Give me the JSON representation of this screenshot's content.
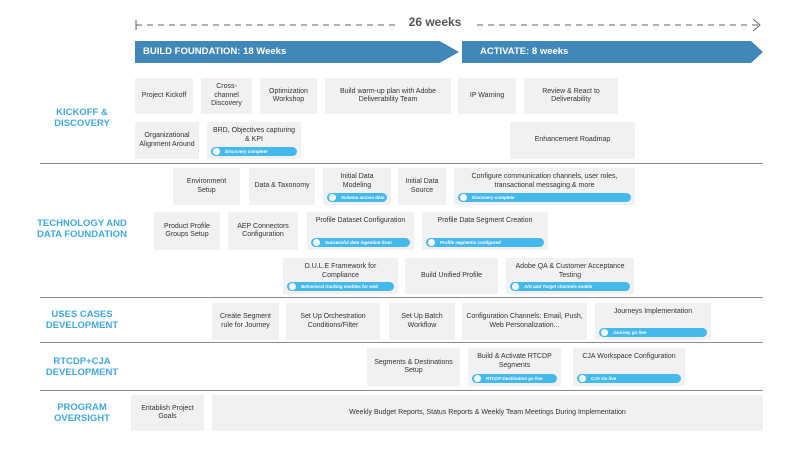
{
  "header": {
    "duration": "26 weeks",
    "phases": [
      {
        "label": "BUILD FOUNDATION: 18 Weeks"
      },
      {
        "label": "ACTIVATE: 8 weeks"
      }
    ],
    "phase_color": "#3f88b8"
  },
  "colors": {
    "section_label": "#3fa9e0",
    "pill": "#45b8ec",
    "task_bg": "#f1f1f1"
  },
  "sections": [
    {
      "label": "KICKOFF & DISCOVERY",
      "tasks": [
        {
          "text": "Project Kickoff"
        },
        {
          "text": "Cross-channel Discovery"
        },
        {
          "text": "Optimization Workshop"
        },
        {
          "text": "Build warm-up plan with Adobe Deliverability Team"
        },
        {
          "text": "IP Warning"
        },
        {
          "text": "Review & React to Deliverability"
        },
        {
          "text": "Organizational Alignment Around"
        },
        {
          "text": "BRD, Objectives capturing & KPI",
          "milestone": "Discovery complete"
        },
        {
          "text": "Enhancement Roadmap"
        }
      ]
    },
    {
      "label": "TECHNOLOGY AND DATA FOUNDATION",
      "tasks": [
        {
          "text": "Environment Setup"
        },
        {
          "text": "Data & Taxonomy"
        },
        {
          "text": "Initial Data Modeling",
          "milestone": "Schema across data"
        },
        {
          "text": "Initial Data Source"
        },
        {
          "text": "Configure communication channels, user roles, transactional messaging & more",
          "milestone": "Discovery complete"
        },
        {
          "text": "Product Profile Groups Setup"
        },
        {
          "text": "AEP Connectors Configuration"
        },
        {
          "text": "Profile Dataset Configuration",
          "milestone": "Successful data ingestion from sources"
        },
        {
          "text": "Profile Data Segment Creation",
          "milestone": "Profile segments configured"
        },
        {
          "text": "D.U.L.E Framework for Compliance",
          "milestone": "Behavioral tracking enables for web"
        },
        {
          "text": "Build Unified Profile"
        },
        {
          "text": "Adobe QA & Customer Acceptance Testing",
          "milestone": "A/O and Target channels enable"
        }
      ]
    },
    {
      "label": "USES CASES DEVELOPMENT",
      "tasks": [
        {
          "text": "Create Segment rule for Journey"
        },
        {
          "text": "Set Up Orchestration Conditions/Filter"
        },
        {
          "text": "Set Up Batch Workflow"
        },
        {
          "text": "Configuration Channels: Email, Push, Web Personalization..."
        },
        {
          "text": "Journeys Implementation",
          "milestone": "Journey go live"
        }
      ]
    },
    {
      "label": "RTCDP+CJA DEVELOPMENT",
      "tasks": [
        {
          "text": "Segments & Destinations Setup"
        },
        {
          "text": "Build & Activate RTCDP Segments",
          "milestone": "RTCDP Destination go live"
        },
        {
          "text": "CJA Workspace Configuration",
          "milestone": "CJA Go live"
        }
      ]
    },
    {
      "label": "PROGRAM OVERSIGHT",
      "tasks": [
        {
          "text": "Entablish Project Goals"
        },
        {
          "text": "Weekly Budget Reports, Status Reports & Weekly Team Meetings During Implementation"
        }
      ]
    }
  ]
}
